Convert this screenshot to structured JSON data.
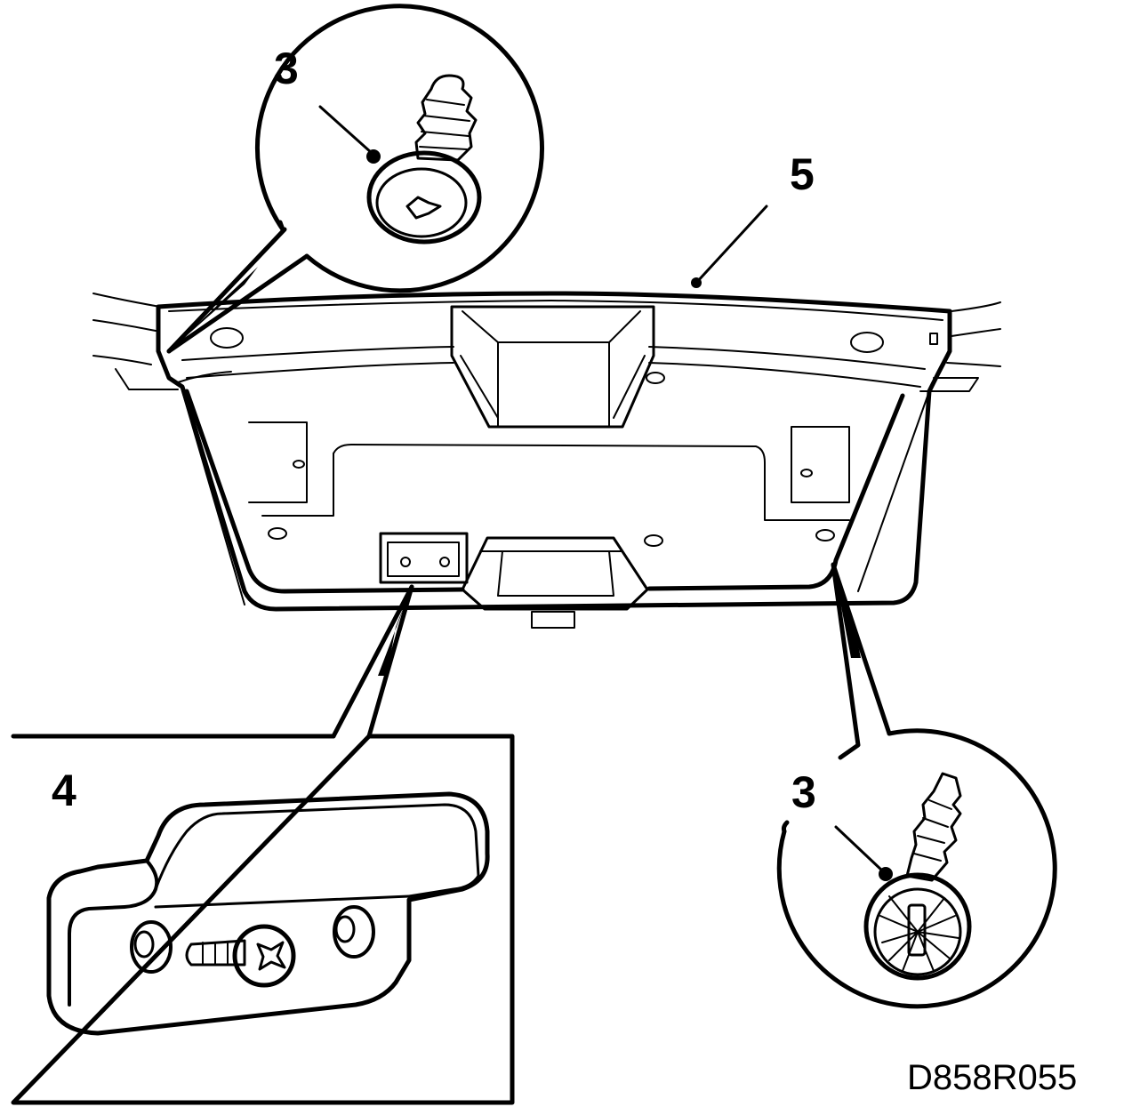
{
  "callouts": {
    "screw_top": "3",
    "trim_panel": "5",
    "handle_detail": "4",
    "clip_right": "3"
  },
  "figure_code": "D858R055"
}
